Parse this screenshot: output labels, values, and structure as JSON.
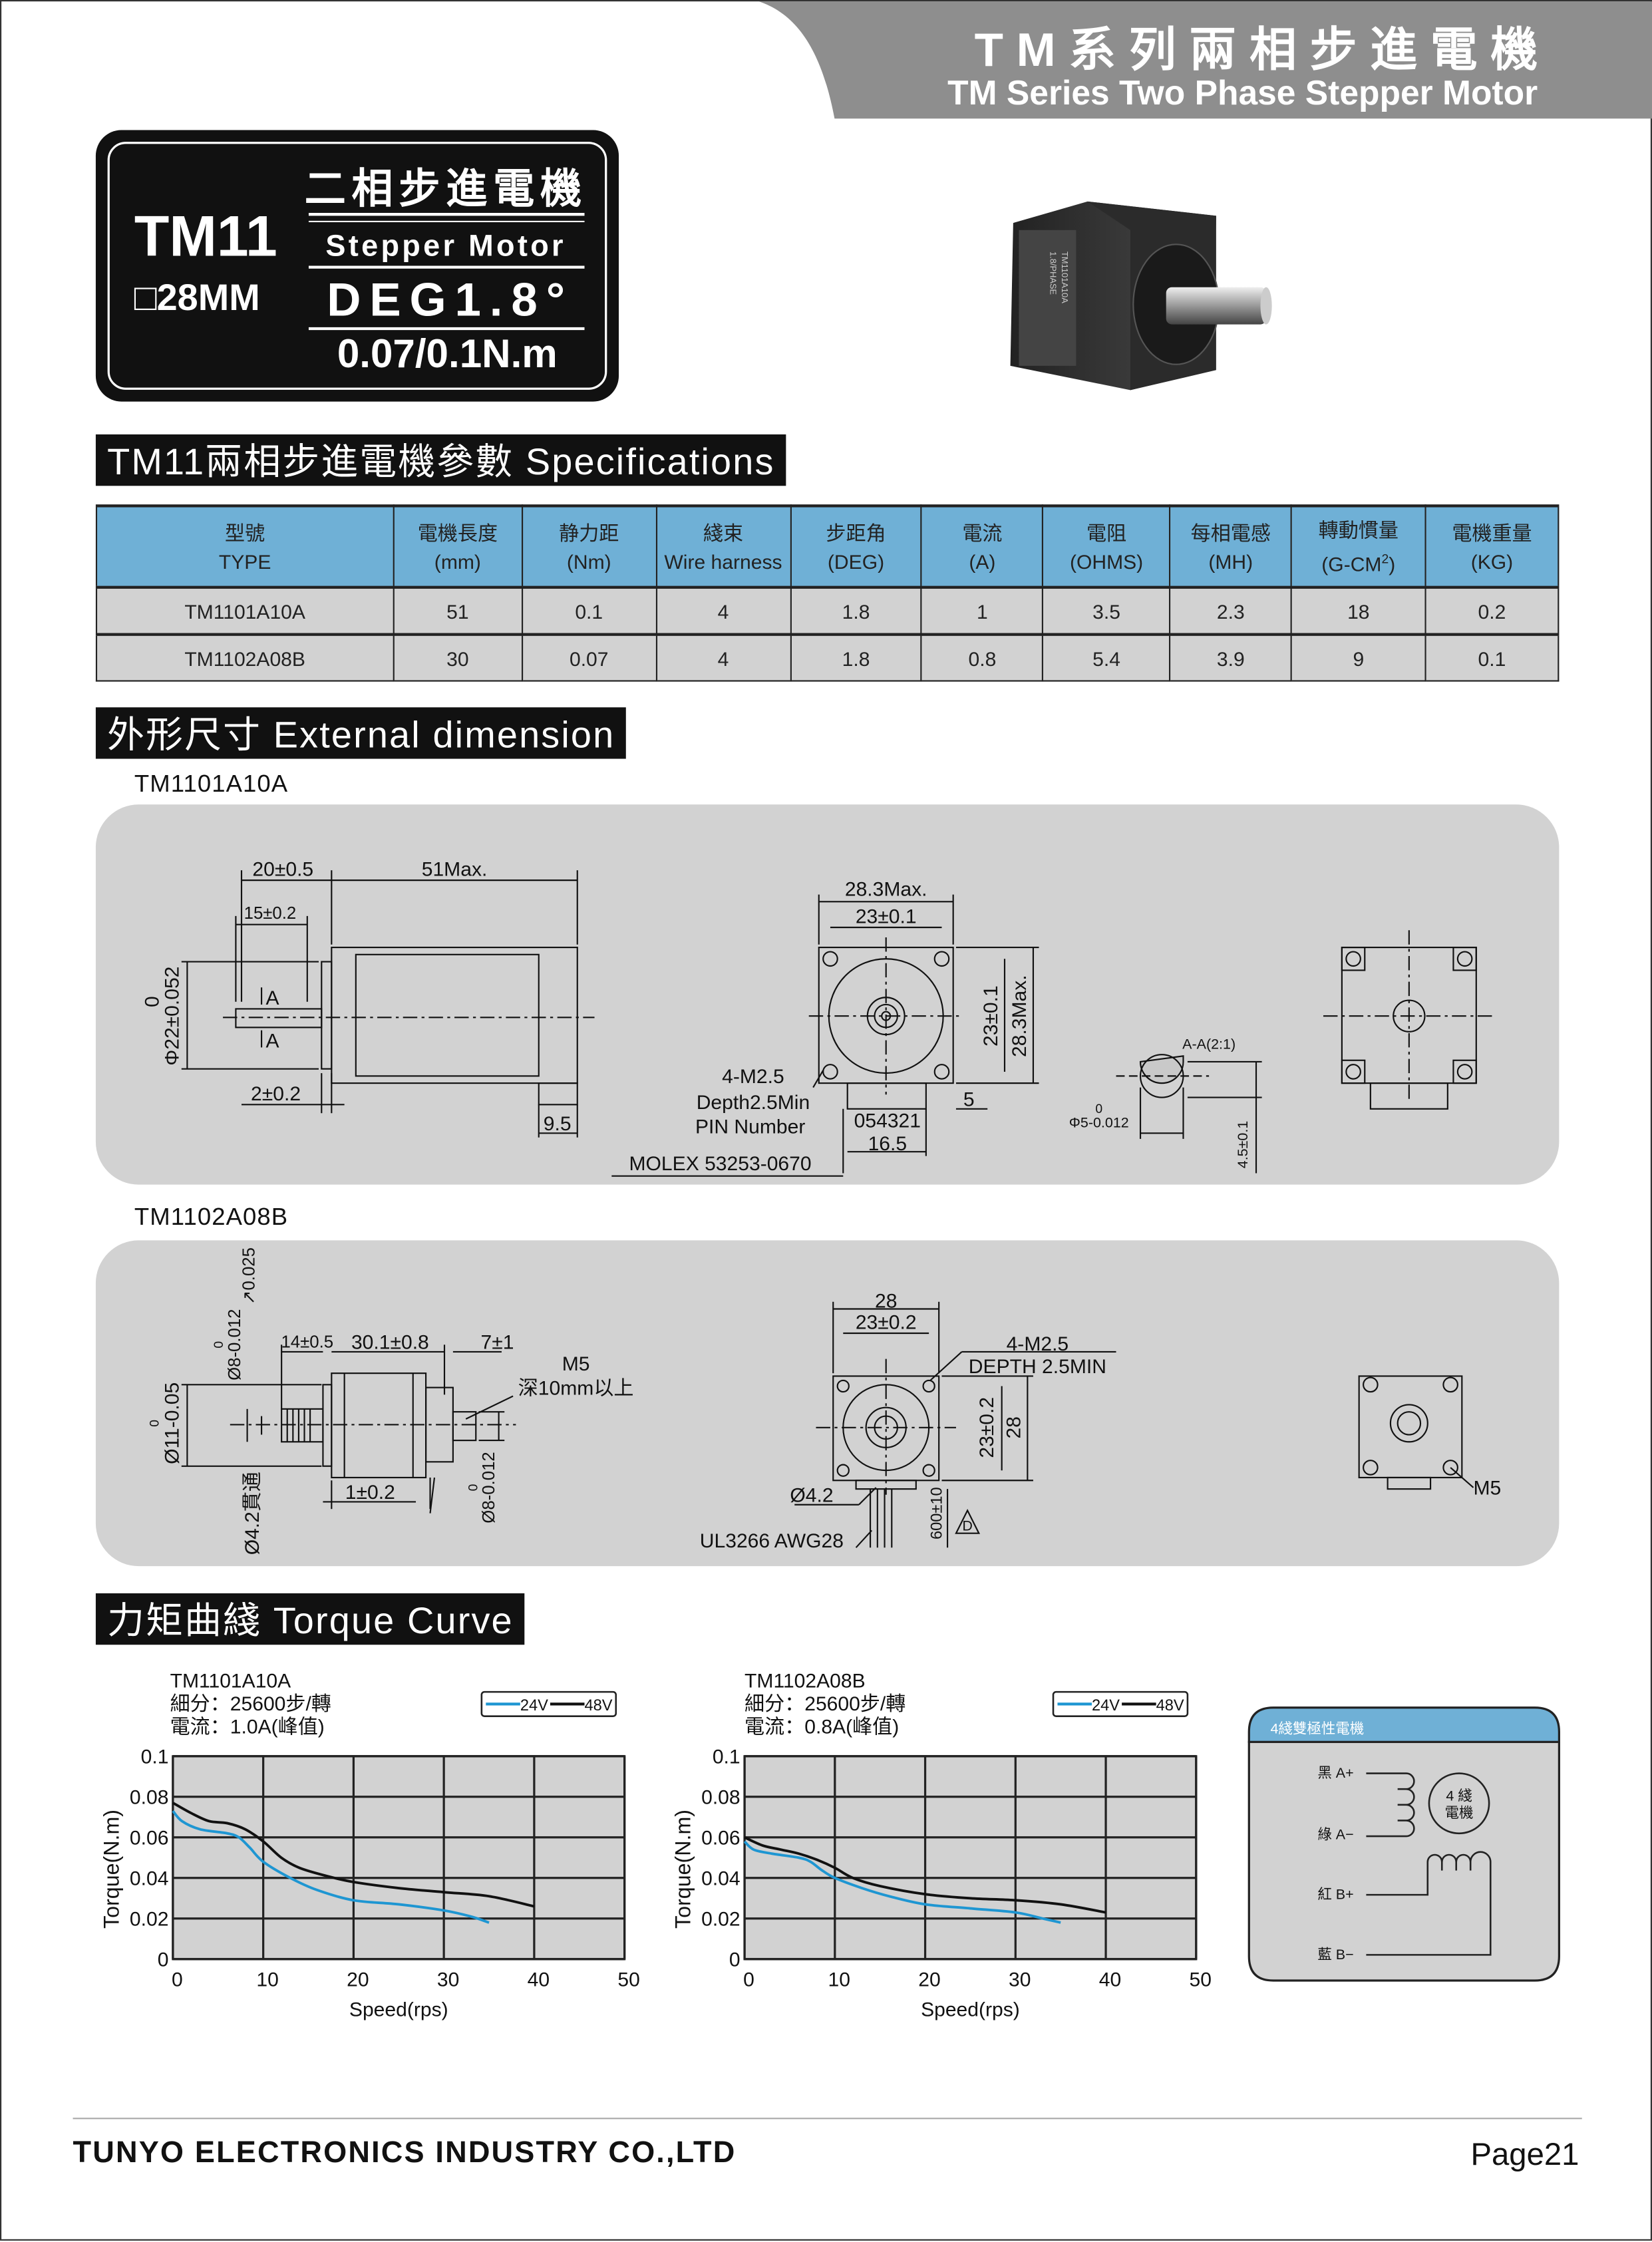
{
  "header": {
    "title_cn": "T M 系 列 兩 相 步 進 電 機",
    "title_en": "TM Series Two Phase Stepper Motor",
    "banner_color": "#8e8e8e"
  },
  "product_box": {
    "model": "TM11",
    "frame": "□28MM",
    "name_cn": "二相步進電機",
    "name_en": "Stepper Motor",
    "step_angle": "DEG1.8°",
    "torque": "0.07/0.1N.m"
  },
  "motor_photo": {
    "label_lines": [
      "TM1101A10A",
      "1.8/PHASE"
    ]
  },
  "specs": {
    "heading": "TM11兩相步進電機參數 Specifications",
    "header_color": "#6fb0d6",
    "columns": [
      {
        "cn": "型號",
        "en": "TYPE"
      },
      {
        "cn": "電機長度",
        "en": "(mm)"
      },
      {
        "cn": "静力距",
        "en": "(Nm)"
      },
      {
        "cn": "綫束",
        "en": "Wire harness"
      },
      {
        "cn": "步距角",
        "en": "(DEG)"
      },
      {
        "cn": "電流",
        "en": "(A)"
      },
      {
        "cn": "電阻",
        "en": "(OHMS)"
      },
      {
        "cn": "每相電感",
        "en": "(MH)"
      },
      {
        "cn": "轉動慣量",
        "en": "(G-CM",
        "sup": "2",
        "en_end": ")"
      },
      {
        "cn": "電機重量",
        "en": "(KG)"
      }
    ],
    "rows": [
      [
        "TM1101A10A",
        "51",
        "0.1",
        "4",
        "1.8",
        "1",
        "3.5",
        "2.3",
        "18",
        "0.2"
      ],
      [
        "TM1102A08B",
        "30",
        "0.07",
        "4",
        "1.8",
        "0.8",
        "5.4",
        "3.9",
        "9",
        "0.1"
      ]
    ]
  },
  "dimension": {
    "heading": "外形尺寸 External dimension",
    "model1": "TM1101A10A",
    "model2": "TM1102A08B",
    "d1": [
      "20±0.5",
      "51Max.",
      "15±0.2",
      "0",
      "Φ22±0.052",
      "A",
      "A",
      "2±0.2",
      "9.5",
      "28.3Max.",
      "23±0.1",
      "23±0.1",
      "28.3Max.",
      "4-M2.5",
      "Depth2.5Min",
      "PIN Number",
      "054321",
      "16.5",
      "MOLEX 53253-0670",
      "5",
      "A-A(2:1)",
      "0",
      "Φ5-0.012",
      "4.5±0.1"
    ],
    "d2": [
      "14±0.5",
      "30.1±0.8",
      "7±1",
      "M5",
      "深10mm以上",
      "0",
      "Ø8-0.012",
      "↗0.025",
      "0",
      "Ø11-0.05",
      "Ø4.2貫通",
      "1±0.2",
      "0",
      "Ø8-0.012",
      "28",
      "23±0.2",
      "4-M2.5",
      "DEPTH 2.5MIN",
      "23±0.2",
      "28",
      "Ø4.2",
      "UL3266 AWG28",
      "600±10",
      "D",
      "M5"
    ]
  },
  "torque": {
    "heading": "力矩曲綫 Torque Curve"
  },
  "chart_data": [
    {
      "type": "line",
      "title_lines": [
        "TM1101A10A",
        "細分：25600步/轉",
        "電流：1.0A(峰值)"
      ],
      "xlabel": "Speed(rps)",
      "ylabel": "Torque(N.m)",
      "xlim": [
        0,
        50
      ],
      "ylim": [
        0,
        0.1
      ],
      "xticks": [
        "0",
        "10",
        "20",
        "30",
        "40",
        "50"
      ],
      "yticks": [
        "0",
        "0.02",
        "0.04",
        "0.06",
        "0.08",
        "0.1"
      ],
      "grid": true,
      "legend": "top-right",
      "series": [
        {
          "name": "24V",
          "color": "#1e96d2",
          "x": [
            0,
            1,
            3,
            6,
            7.3,
            8.5,
            10,
            13,
            16,
            20,
            25,
            30,
            33,
            35
          ],
          "y": [
            0.073,
            0.068,
            0.064,
            0.062,
            0.06,
            0.055,
            0.048,
            0.04,
            0.034,
            0.029,
            0.027,
            0.024,
            0.021,
            0.018
          ]
        },
        {
          "name": "48V",
          "color": "#111111",
          "x": [
            0,
            2,
            4,
            6,
            8,
            10,
            12,
            14,
            17,
            20,
            25,
            30,
            35,
            40
          ],
          "y": [
            0.077,
            0.072,
            0.068,
            0.067,
            0.064,
            0.058,
            0.05,
            0.045,
            0.041,
            0.038,
            0.035,
            0.033,
            0.031,
            0.026
          ]
        }
      ]
    },
    {
      "type": "line",
      "title_lines": [
        "TM1102A08B",
        "細分：25600步/轉",
        "電流：0.8A(峰值)"
      ],
      "xlabel": "Speed(rps)",
      "ylabel": "Torque(N.m)",
      "xlim": [
        0,
        50
      ],
      "ylim": [
        0,
        0.1
      ],
      "xticks": [
        "0",
        "10",
        "20",
        "30",
        "40",
        "50"
      ],
      "yticks": [
        "0",
        "0.02",
        "0.04",
        "0.06",
        "0.08",
        "0.1"
      ],
      "grid": true,
      "legend": "top-right",
      "series": [
        {
          "name": "24V",
          "color": "#1e96d2",
          "x": [
            0,
            1,
            3,
            6,
            7.3,
            8.5,
            10,
            13,
            16,
            20,
            25,
            30,
            33,
            35
          ],
          "y": [
            0.058,
            0.054,
            0.052,
            0.05,
            0.048,
            0.044,
            0.04,
            0.035,
            0.031,
            0.027,
            0.025,
            0.023,
            0.02,
            0.018
          ]
        },
        {
          "name": "48V",
          "color": "#111111",
          "x": [
            0,
            2,
            4,
            6,
            8,
            10,
            12,
            15,
            20,
            25,
            30,
            35,
            40
          ],
          "y": [
            0.06,
            0.056,
            0.054,
            0.052,
            0.049,
            0.045,
            0.04,
            0.036,
            0.032,
            0.03,
            0.029,
            0.027,
            0.023
          ]
        }
      ]
    }
  ],
  "wiring": {
    "title": "4綫雙極性電機",
    "labels": [
      "黑 A+",
      "綠 A−",
      "紅 B+",
      "藍 B−"
    ],
    "motor_lines": [
      "4  綫",
      "電機"
    ]
  },
  "footer": {
    "company": "TUNYO ELECTRONICS INDUSTRY CO.,LTD",
    "page": "Page21"
  }
}
